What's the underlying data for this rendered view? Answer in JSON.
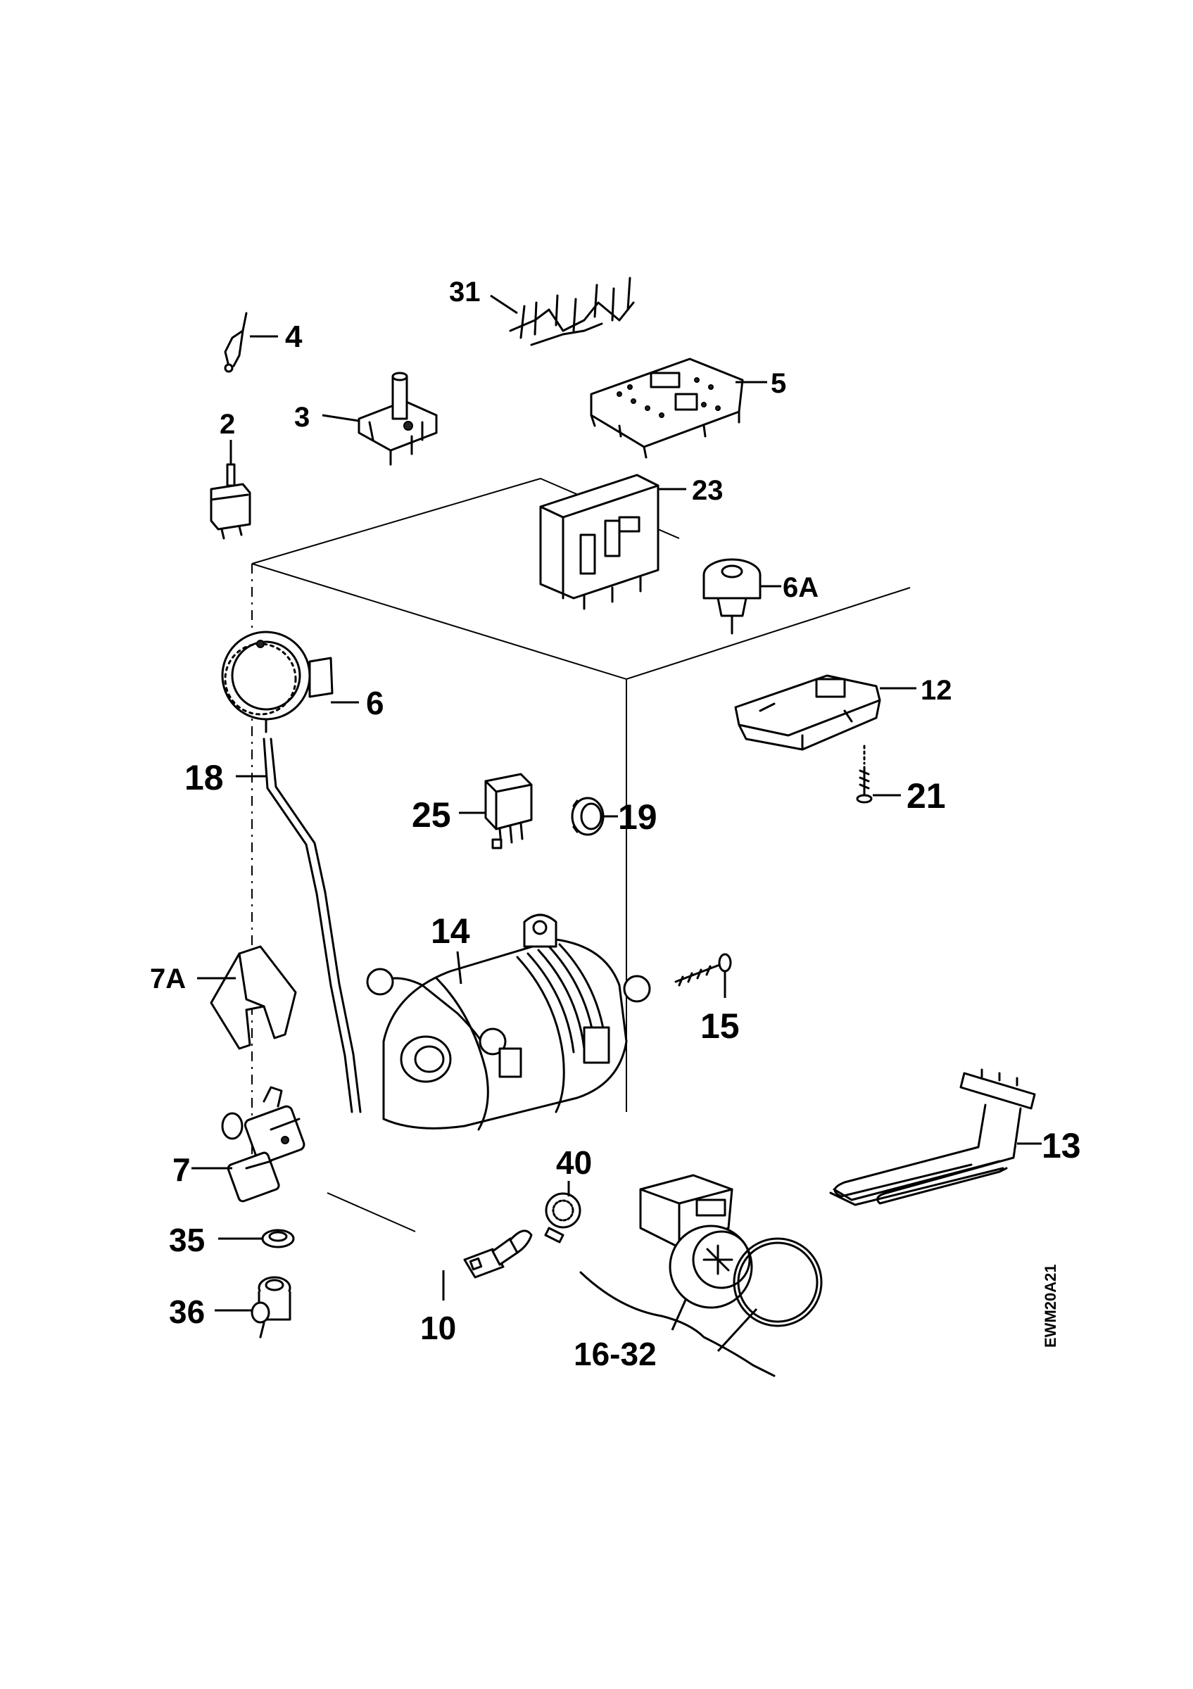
{
  "drawing_code": "EWM20A21",
  "parts": [
    {
      "id": "p31",
      "label": "31",
      "icon": "terminal-comb-icon"
    },
    {
      "id": "p4",
      "label": "4",
      "icon": "wire-harness-icon"
    },
    {
      "id": "p5",
      "label": "5",
      "icon": "circuit-board-icon"
    },
    {
      "id": "p3",
      "label": "3",
      "icon": "switch-icon"
    },
    {
      "id": "p2",
      "label": "2",
      "icon": "potentiometer-icon"
    },
    {
      "id": "p23",
      "label": "23",
      "icon": "control-module-icon"
    },
    {
      "id": "p6A",
      "label": "6A",
      "icon": "pressure-switch-icon"
    },
    {
      "id": "p6",
      "label": "6",
      "icon": "programmer-dial-icon"
    },
    {
      "id": "p12",
      "label": "12",
      "icon": "door-lock-icon"
    },
    {
      "id": "p18",
      "label": "18",
      "icon": "hose-icon"
    },
    {
      "id": "p21",
      "label": "21",
      "icon": "screw-icon"
    },
    {
      "id": "p25",
      "label": "25",
      "icon": "relay-icon"
    },
    {
      "id": "p19",
      "label": "19",
      "icon": "bushing-icon"
    },
    {
      "id": "p14",
      "label": "14",
      "icon": "motor-icon"
    },
    {
      "id": "p7A",
      "label": "7A",
      "icon": "clip-icon"
    },
    {
      "id": "p15",
      "label": "15",
      "icon": "bolt-icon"
    },
    {
      "id": "p13",
      "label": "13",
      "icon": "heating-element-icon"
    },
    {
      "id": "p7",
      "label": "7",
      "icon": "solenoid-valve-icon"
    },
    {
      "id": "p40",
      "label": "40",
      "icon": "clamp-icon"
    },
    {
      "id": "p35",
      "label": "35",
      "icon": "ring-icon"
    },
    {
      "id": "p36",
      "label": "36",
      "icon": "connector-icon"
    },
    {
      "id": "p10",
      "label": "10",
      "icon": "sensor-icon"
    },
    {
      "id": "p16_32",
      "label": "16-32",
      "icon": "drain-pump-icon"
    }
  ]
}
